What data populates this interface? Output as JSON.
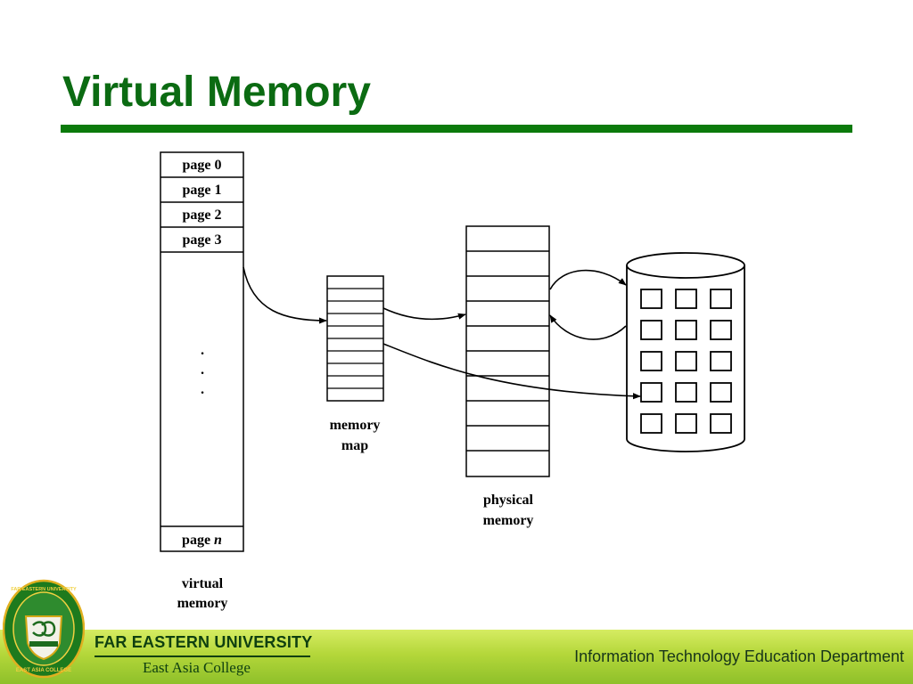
{
  "slide": {
    "title": "Virtual Memory"
  },
  "diagram": {
    "virtual_memory": {
      "pages": [
        "page 0",
        "page 1",
        "page 2",
        "page 3"
      ],
      "last_page_prefix": "page ",
      "last_page_index": "n",
      "ellipsis": [
        "·",
        "·",
        "·"
      ],
      "label": [
        "virtual",
        "memory"
      ]
    },
    "memory_map": {
      "label": [
        "memory",
        "map"
      ]
    },
    "physical_memory": {
      "label": [
        "physical",
        "memory"
      ]
    },
    "disk": {
      "icon": "disk-storage-icon"
    }
  },
  "footer": {
    "university": "FAR EASTERN UNIVERSITY",
    "college": "East Asia College",
    "department": "Information Technology Education Department",
    "logo_icon": "university-seal-icon",
    "logo_text": [
      "FAR EASTERN UNIVERSITY",
      "EAST ASIA COLLEGE"
    ],
    "colors": {
      "title_green": "#0b6b12",
      "footer_green": "#b4d73a",
      "footer_text": "#0f4010"
    }
  }
}
